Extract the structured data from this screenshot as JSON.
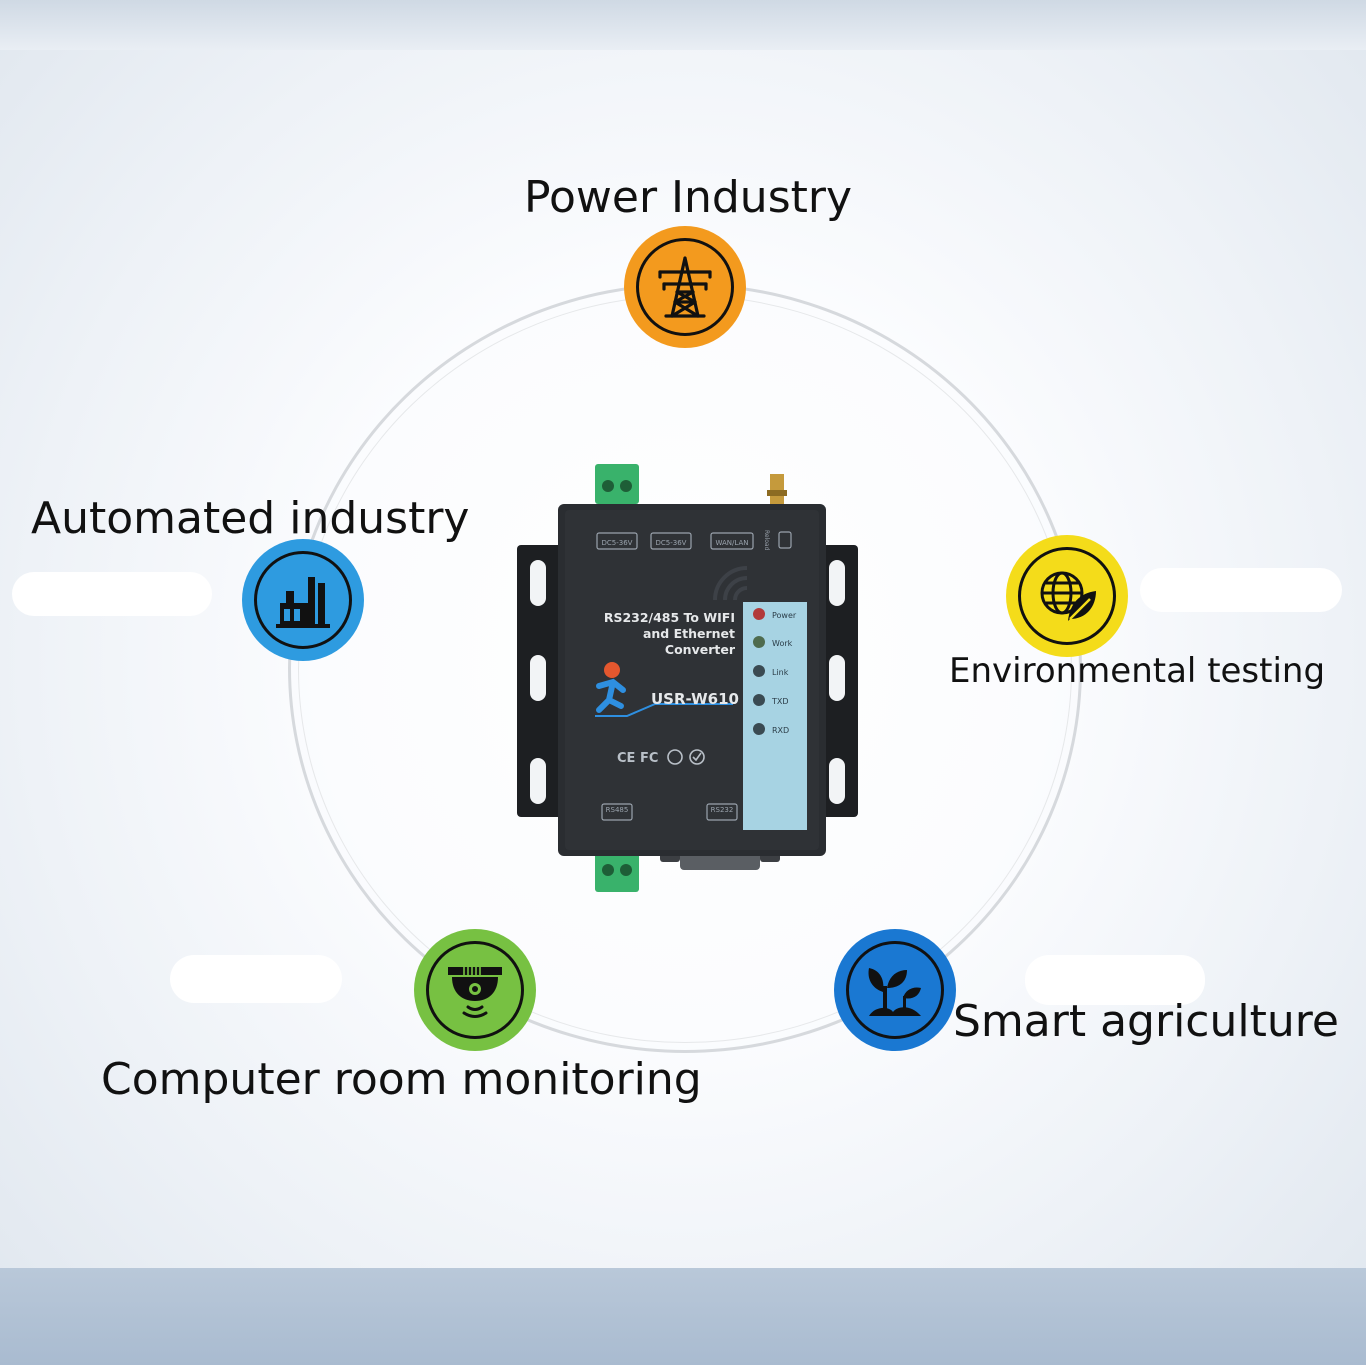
{
  "applications": [
    {
      "label": "Power Industry",
      "icon": "transmission-tower-icon",
      "color": "#f39a1e"
    },
    {
      "label": "Automated industry",
      "icon": "factory-icon",
      "color": "#2e9be0"
    },
    {
      "label": "Environmental testing",
      "icon": "globe-leaf-icon",
      "color": "#f4dc1a"
    },
    {
      "label": "Computer room monitoring",
      "icon": "security-camera-icon",
      "color": "#77c142"
    },
    {
      "label": "Smart agriculture",
      "icon": "seedling-icon",
      "color": "#1a78d2"
    }
  ],
  "device": {
    "title_line1": "RS232/485 To WIFI",
    "title_line2": "and Ethernet",
    "title_line3": "Converter",
    "model": "USR-W610",
    "leds": [
      "Power",
      "Work",
      "Link",
      "TXD",
      "RXD"
    ],
    "port_rs485": "RS485",
    "port_rs232": "RS232",
    "port_wan_lan": "WAN/LAN",
    "port_reload": "Reload",
    "port_dc_1": "DC5-36V",
    "port_dc_2": "DC5-36V",
    "certifications": "CE FC"
  }
}
